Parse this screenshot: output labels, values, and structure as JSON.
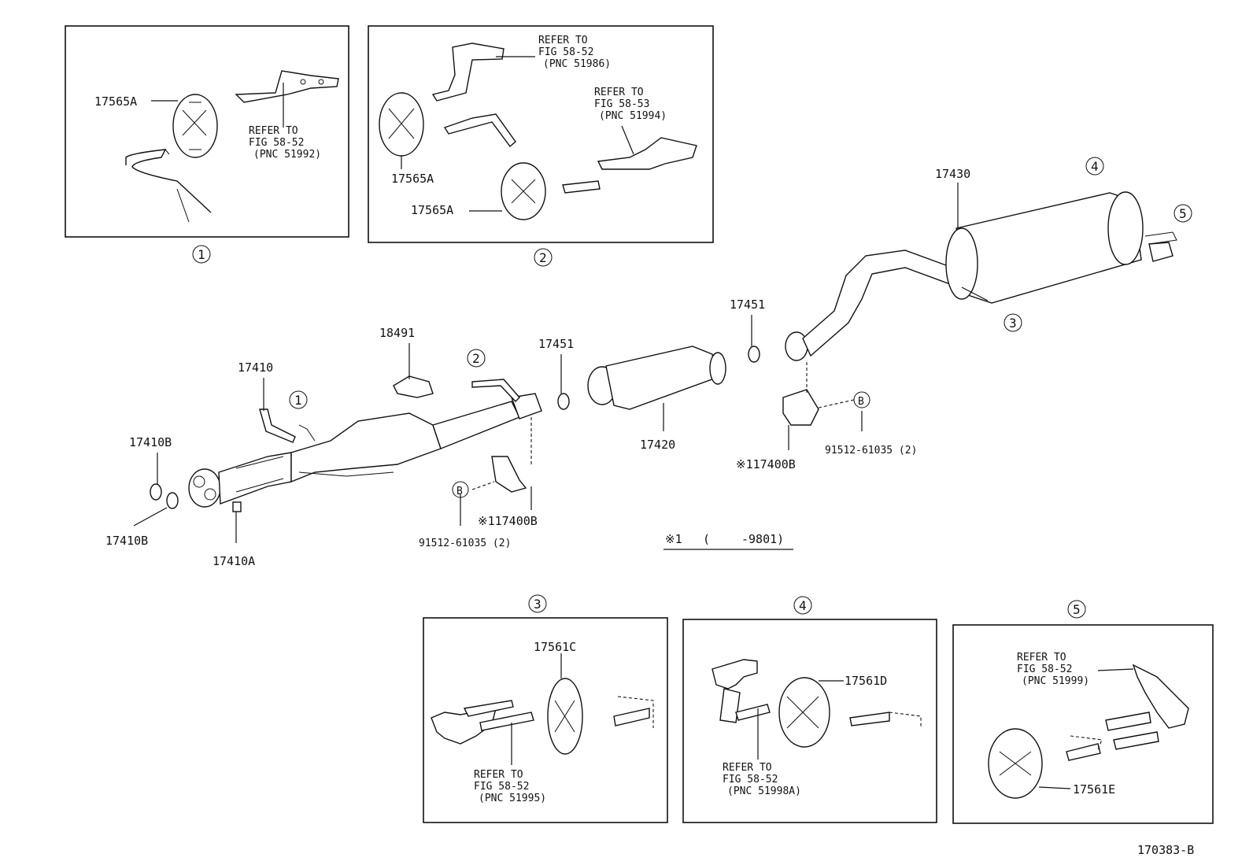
{
  "circled": {
    "c1": "1",
    "c2": "2",
    "c3": "3",
    "c4": "4",
    "c5": "5",
    "cB": "B"
  },
  "labels": {
    "p17565A": "17565A",
    "p17430": "17430",
    "p17451": "17451",
    "p18491": "18491",
    "p17410": "17410",
    "p17410B": "17410B",
    "p17410A": "17410A",
    "p17420": "17420",
    "p117400B": "※117400B",
    "p91512": "91512-61035 (2)",
    "p17561C": "17561C",
    "p17561D": "17561D",
    "p17561E": "17561E",
    "note_star": "※1",
    "note_paren": "(",
    "note_code": "-9801)",
    "fig_id": "170383-B"
  },
  "refs": {
    "r1": [
      "REFER TO",
      "FIG 58-52",
      "(PNC 51992)"
    ],
    "r2a": [
      "REFER TO",
      "FIG 58-52",
      "(PNC 51986)"
    ],
    "r2b": [
      "REFER TO",
      "FIG 58-53",
      "(PNC 51994)"
    ],
    "r3": [
      "REFER TO",
      "FIG 58-52",
      "(PNC 51995)"
    ],
    "r4": [
      "REFER TO",
      "FIG 58-52",
      "(PNC 51998A)"
    ],
    "r5": [
      "REFER TO",
      "FIG 58-52",
      "(PNC 51999)"
    ]
  }
}
